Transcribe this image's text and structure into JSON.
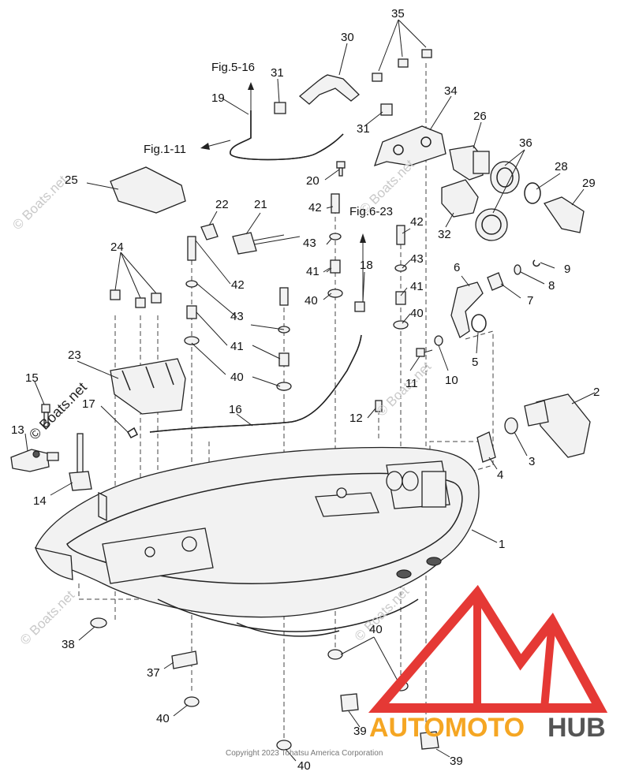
{
  "diagram": {
    "references": [
      {
        "id": "ref-fig-5-16",
        "text": "Fig.5-16"
      },
      {
        "id": "ref-fig-1-11",
        "text": "Fig.1-11"
      },
      {
        "id": "ref-fig-6-23",
        "text": "Fig.6-23"
      }
    ],
    "callouts": [
      "35",
      "30",
      "31",
      "19",
      "34",
      "26",
      "31",
      "36",
      "28",
      "25",
      "20",
      "29",
      "22",
      "21",
      "42",
      "42",
      "32",
      "43",
      "24",
      "6",
      "9",
      "42",
      "18",
      "41",
      "8",
      "43",
      "43",
      "7",
      "40",
      "41",
      "41",
      "40",
      "5",
      "10",
      "23",
      "40",
      "11",
      "2",
      "15",
      "17",
      "16",
      "12",
      "3",
      "13",
      "4",
      "14",
      "1",
      "38",
      "40",
      "37",
      "40",
      "39",
      "40",
      "39"
    ],
    "watermarks": [
      "© Boats.net",
      "© Boats.net",
      "© Boats.net",
      "© Boats.net",
      "© Boats.net",
      "© Boats.net"
    ],
    "copyright": "Copyright 2023 Tohatsu America Corporation"
  },
  "brand": {
    "name_part1": "AUTOMOTO",
    "name_part2": "HUB",
    "color_primary": "#f5a623",
    "color_secondary": "#555555",
    "logo_color": "#e53935"
  }
}
